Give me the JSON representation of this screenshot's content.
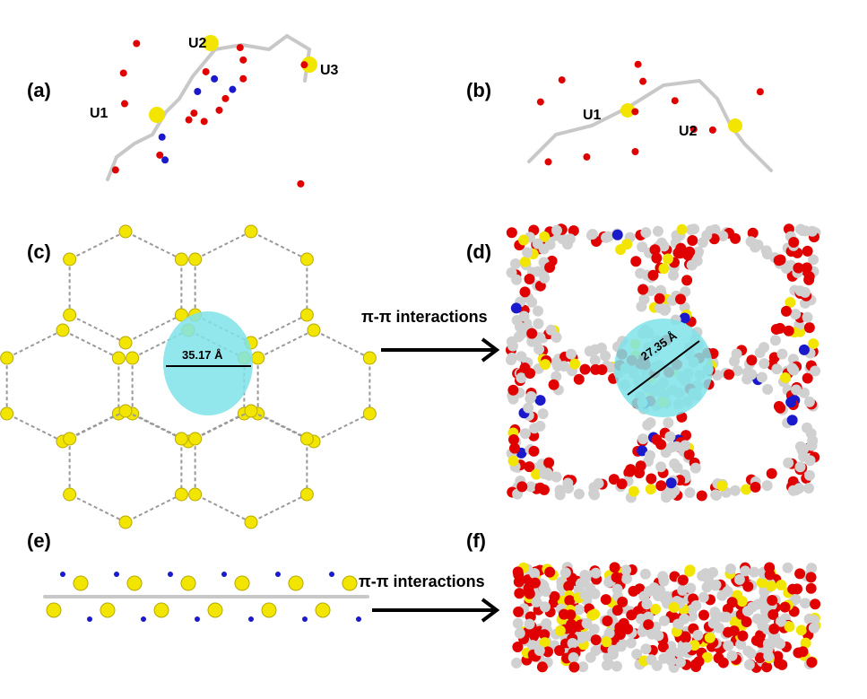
{
  "panels": {
    "a": "(a)",
    "b": "(b)",
    "c": "(c)",
    "d": "(d)",
    "e": "(e)",
    "f": "(f)"
  },
  "atoms_a": {
    "u1": "U1",
    "u2": "U2",
    "u3": "U3"
  },
  "atoms_b": {
    "u1": "U1",
    "u2": "U2"
  },
  "pore_c": "35.17 Å",
  "pore_d": "27.35 Å",
  "arrow_label_1": "π-π interactions",
  "arrow_label_2": "π-π interactions",
  "colors": {
    "uranium": "#f2e600",
    "oxygen": "#e00000",
    "carbon": "#c8c8c8",
    "nitrogen": "#1a1acc",
    "pore": "#7fe3ea"
  }
}
